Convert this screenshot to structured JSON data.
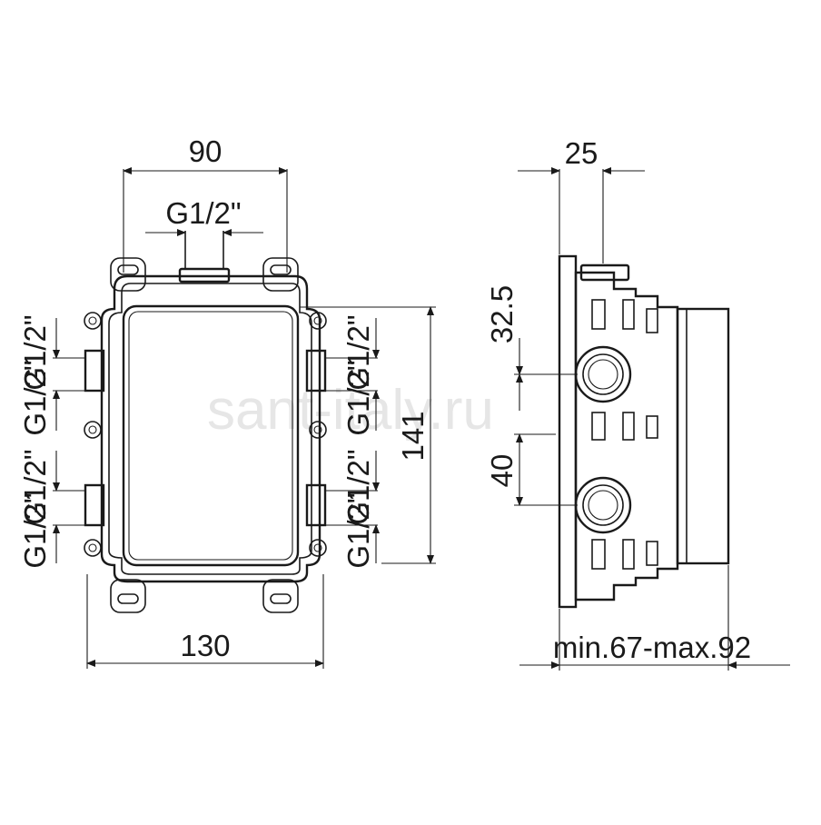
{
  "watermark": "sant-italy.ru",
  "front_view": {
    "dim_width_top": "90",
    "dim_inlet_top": "G1/2\"",
    "dim_height": "141",
    "dim_width_bottom": "130",
    "left_upper": "G1/2\"",
    "left_upper_inner": "G1/2\"",
    "left_lower": "G1/2\"",
    "left_lower_inner": "G1/2\"",
    "right_upper": "G1/2\"",
    "right_upper_inner": "G1/2\"",
    "right_lower": "G1/2\"",
    "right_lower_inner": "G1/2\""
  },
  "side_view": {
    "dim_depth_top": "25",
    "dim_offset_upper": "32.5",
    "dim_spacing": "40",
    "dim_range": "min.67-max.92"
  }
}
